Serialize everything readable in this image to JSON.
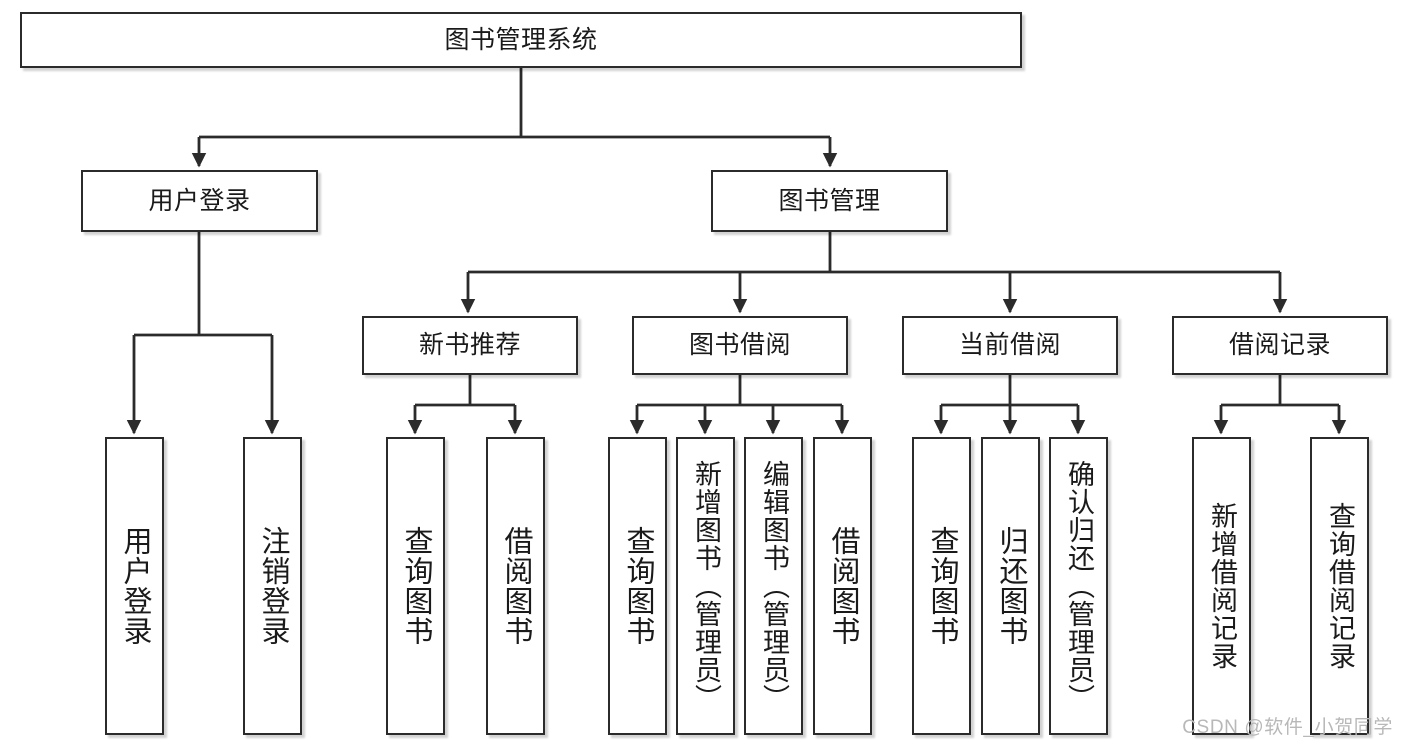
{
  "diagram": {
    "type": "tree-hierarchy",
    "title": "图书管理系统",
    "watermark": "CSDN @软件_小贺同学",
    "colors": {
      "stroke": "#2b2b2b",
      "fill": "#ffffff",
      "text": "#1a1a1a",
      "watermark": "#b8b8b8"
    },
    "levels": {
      "root": {
        "label": "图书管理系统"
      },
      "level2": [
        {
          "label": "用户登录"
        },
        {
          "label": "图书管理"
        }
      ],
      "level3": [
        {
          "label": "新书推荐"
        },
        {
          "label": "图书借阅"
        },
        {
          "label": "当前借阅"
        },
        {
          "label": "借阅记录"
        }
      ],
      "leaves": {
        "user_login": [
          {
            "label": "用户登录"
          },
          {
            "label": "注销登录"
          }
        ],
        "new_book": [
          {
            "label": "查询图书"
          },
          {
            "label": "借阅图书"
          }
        ],
        "book_borrow": [
          {
            "label": "查询图书"
          },
          {
            "label": "新增图书（管理员）"
          },
          {
            "label": "编辑图书（管理员）"
          },
          {
            "label": "借阅图书"
          }
        ],
        "current_borrow": [
          {
            "label": "查询图书"
          },
          {
            "label": "归还图书"
          },
          {
            "label": "确认归还（管理员）"
          }
        ],
        "borrow_record": [
          {
            "label": "新增借阅记录"
          },
          {
            "label": "查询借阅记录"
          }
        ]
      }
    }
  }
}
